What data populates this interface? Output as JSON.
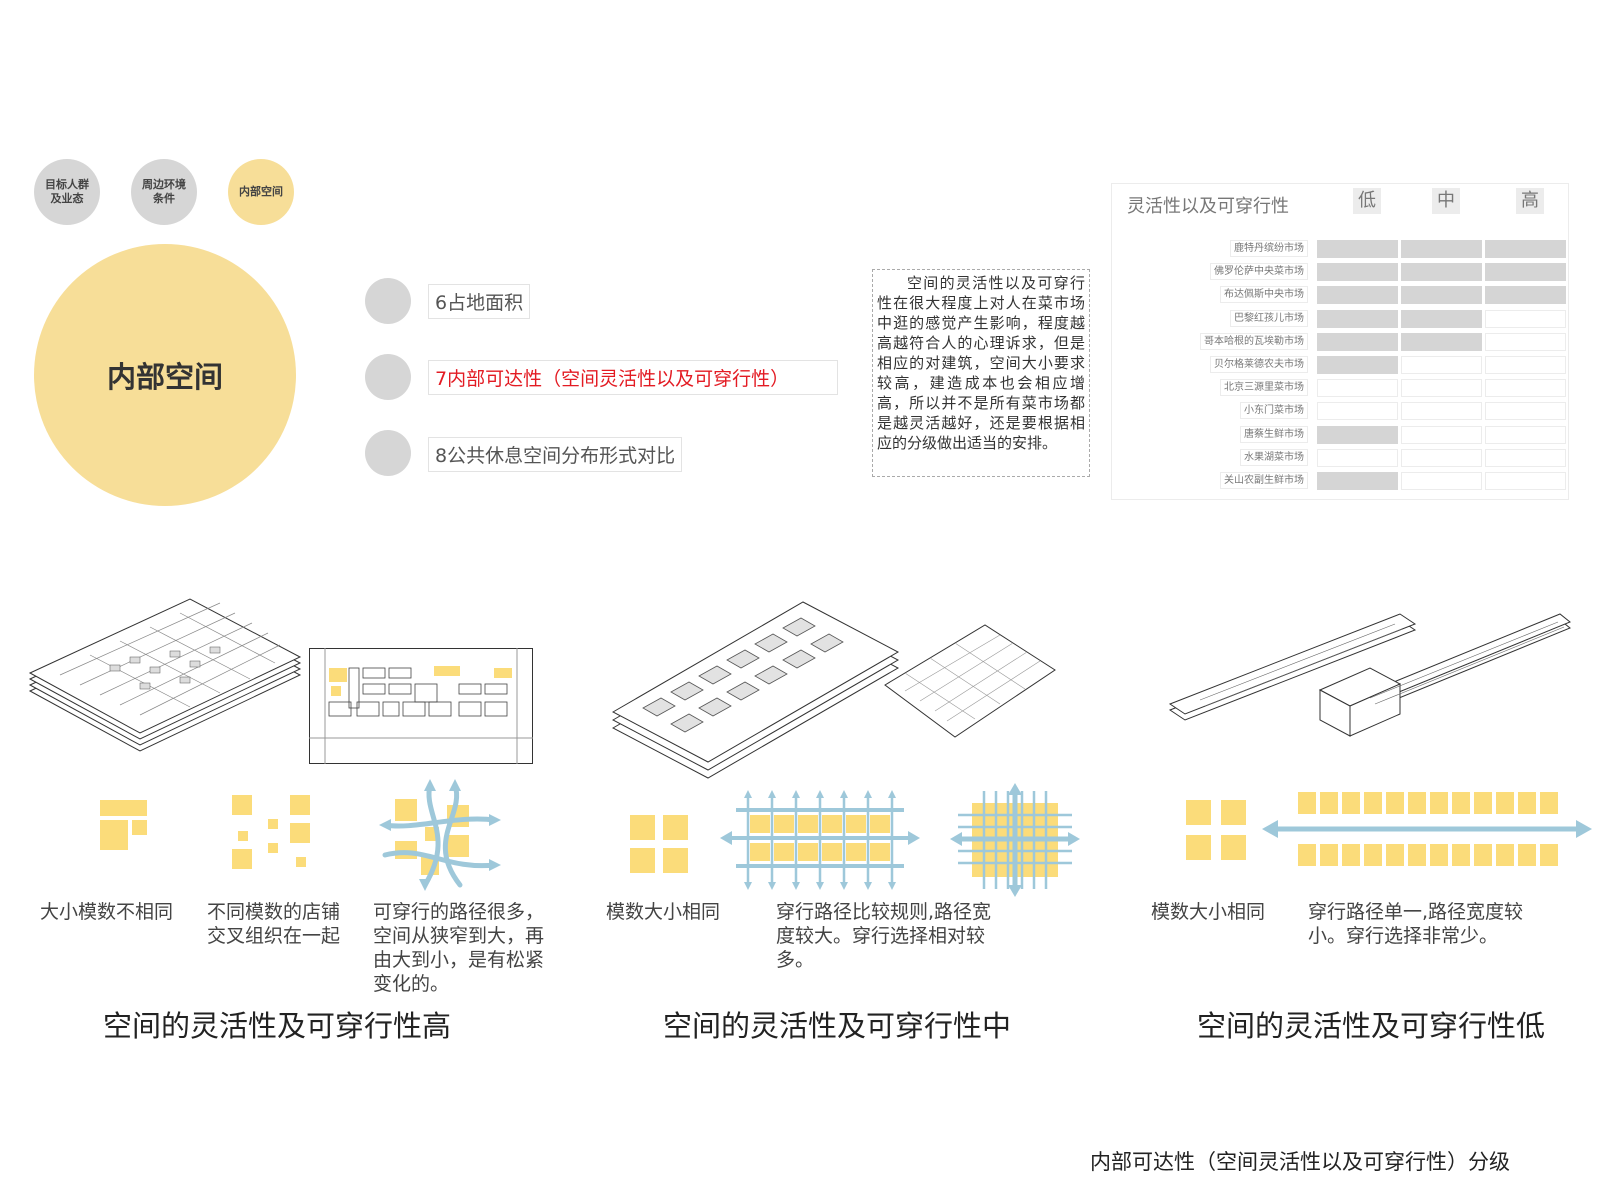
{
  "nav": [
    {
      "label": "目标人群及业态",
      "state": "inactive"
    },
    {
      "label": "周边环境条件",
      "state": "inactive"
    },
    {
      "label": "内部空间",
      "state": "active"
    }
  ],
  "main_title": "内部空间",
  "items": [
    {
      "label": "6占地面积",
      "active": false
    },
    {
      "label": "7内部可达性（空间灵活性以及可穿行性）",
      "active": true
    },
    {
      "label": "8公共休息空间分布形式对比",
      "active": false
    }
  ],
  "description": "空间的灵活性以及可穿行性在很大程度上对人在菜市场中逛的感觉产生影响，程度越高越符合人的心理诉求，但是相应的对建筑，空间大小要求较高，建造成本也会相应增高，所以并不是所有菜市场都是越灵活越好，还是要根据相应的分级做出适当的安排。",
  "rating_table": {
    "header": "灵活性以及可穿行性",
    "levels": [
      "低",
      "中",
      "高"
    ],
    "markets": [
      {
        "name": "鹿特丹缤纷市场",
        "level": 3
      },
      {
        "name": "佛罗伦萨中央菜市场",
        "level": 3
      },
      {
        "name": "布达佩斯中央市场",
        "level": 3
      },
      {
        "name": "巴黎红孩儿市场",
        "level": 2
      },
      {
        "name": "哥本哈根的瓦埃勒市场",
        "level": 2
      },
      {
        "name": "贝尔格莱德农夫市场",
        "level": 1
      },
      {
        "name": "北京三源里菜市场",
        "level": 0
      },
      {
        "name": "小东门菜市场",
        "level": 0
      },
      {
        "name": "唐蔡生鲜市场",
        "level": 1
      },
      {
        "name": "水果湖菜市场",
        "level": 0
      },
      {
        "name": "关山农副生鲜市场",
        "level": 1
      }
    ]
  },
  "sections": [
    {
      "title": "空间的灵活性及可穿行性高",
      "captions": [
        "大小模数不相同",
        "不同模数的店铺交叉组织在一起",
        "可穿行的路径很多，空间从狭窄到大，再由大到小，是有松紧变化的。"
      ]
    },
    {
      "title": "空间的灵活性及可穿行性中",
      "captions": [
        "模数大小相同",
        "穿行路径比较规则,路径宽度较大。穿行选择相对较多。"
      ]
    },
    {
      "title": "空间的灵活性及可穿行性低",
      "captions": [
        "模数大小相同",
        "穿行路径单一,路径宽度较小。穿行选择非常少。"
      ]
    }
  ],
  "footer_title": "内部可达性（空间灵活性以及可穿行性）分级",
  "colors": {
    "yellow": "#f7de98",
    "module_yellow": "#fbdc7a",
    "grey": "#d6d6d6",
    "arrow_blue": "#9ec8da",
    "active_red": "#e31b23"
  }
}
